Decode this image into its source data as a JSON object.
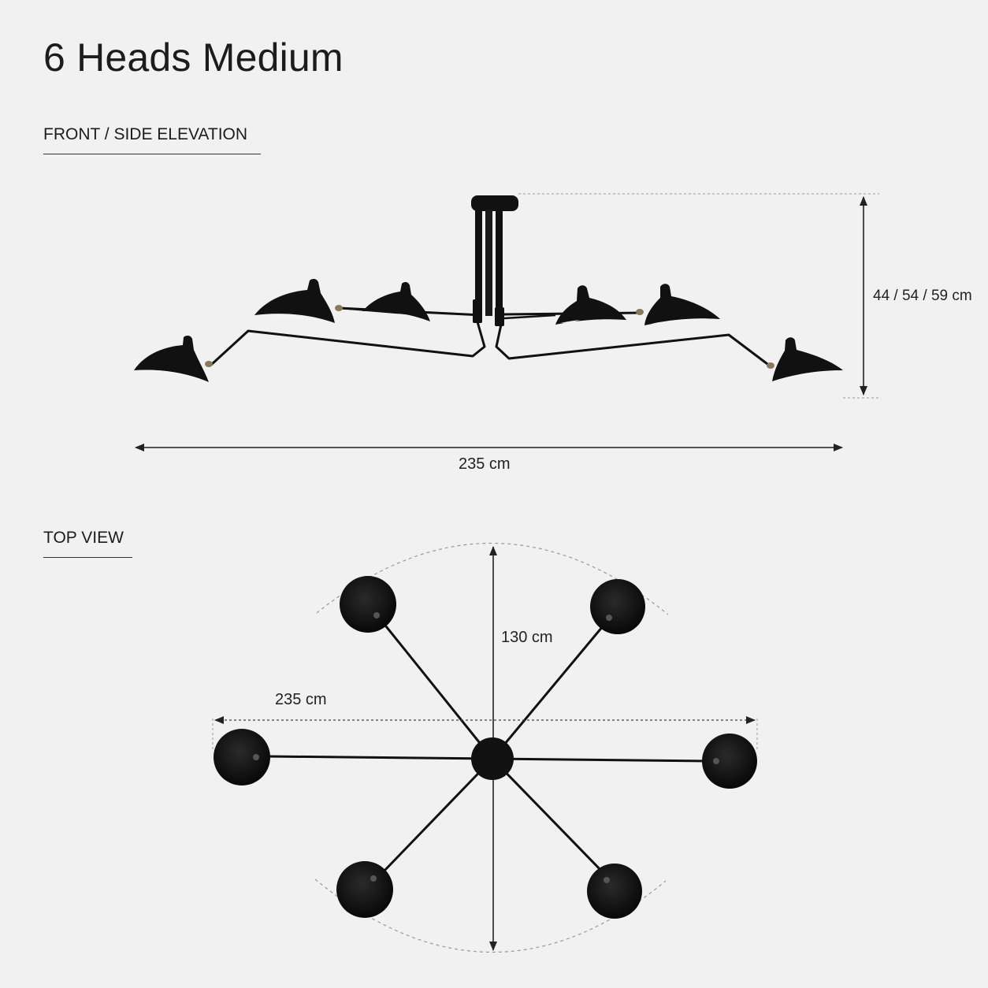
{
  "title": "6 Heads Medium",
  "sections": {
    "front": "FRONT / SIDE ELEVATION",
    "top": "TOP VIEW"
  },
  "dimensions": {
    "front_width": "235 cm",
    "front_height": "44 / 54 / 59 cm",
    "top_height": "130 cm",
    "top_width": "235 cm"
  },
  "colors": {
    "background": "#f1f1f1",
    "lamp": "#111111",
    "shade_inner": "#f4f4f4",
    "joint": "#8a7a5a",
    "dim_line": "#222222",
    "dashed": "#999999"
  },
  "icons": [
    "ceiling-canopy-icon",
    "lamp-shade-icon",
    "top-view-shade-icon",
    "arrow-icon"
  ]
}
